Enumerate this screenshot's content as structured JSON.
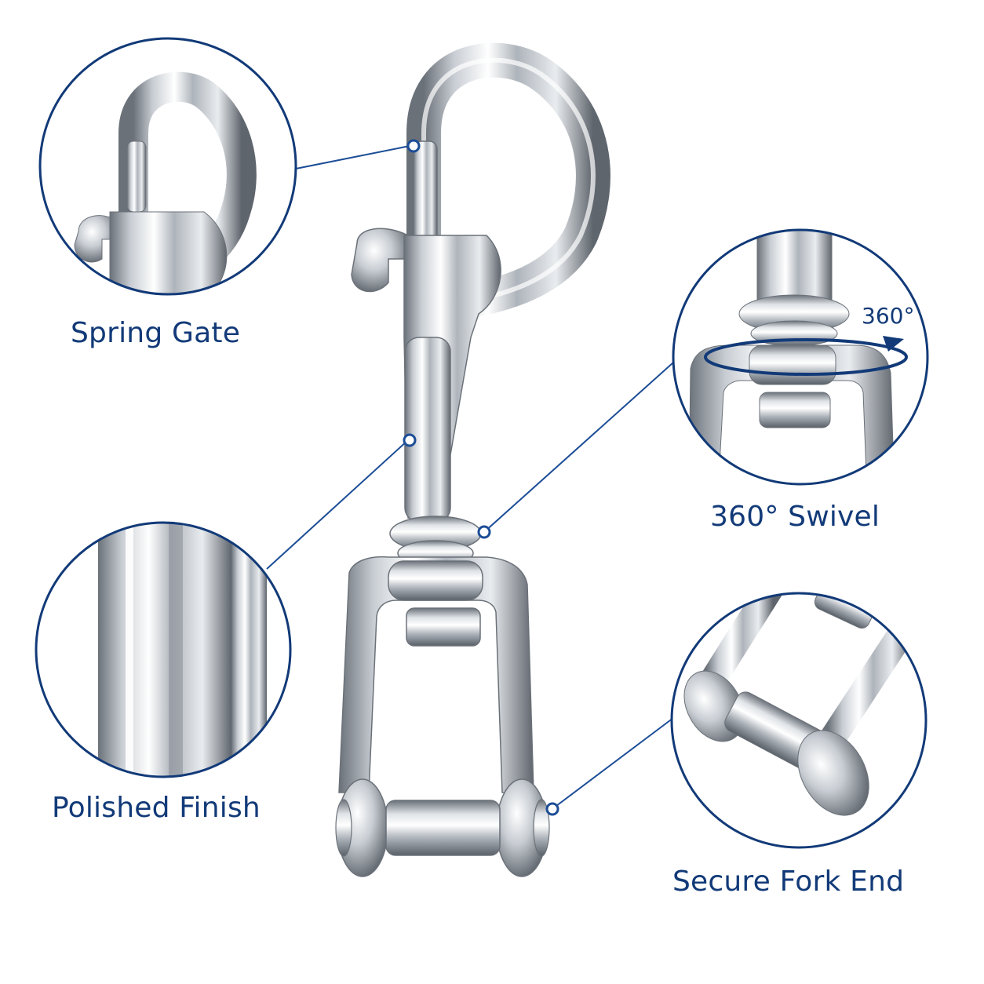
{
  "features": {
    "spring_gate": {
      "label": "Spring Gate"
    },
    "swivel": {
      "label": "360° Swivel",
      "badge": "360°"
    },
    "polished_finish": {
      "label": "Polished Finish"
    },
    "fork_end": {
      "label": "Secure Fork End"
    }
  },
  "colors": {
    "accent": "#123a78",
    "callout_line": "#1c4d96",
    "metal_light": "#f4f6f8",
    "metal_mid": "#b9bec5",
    "metal_dark": "#5d636b"
  },
  "icons": {
    "rotation": "rotation-arrow-icon",
    "callout_dot": "callout-dot-icon"
  }
}
